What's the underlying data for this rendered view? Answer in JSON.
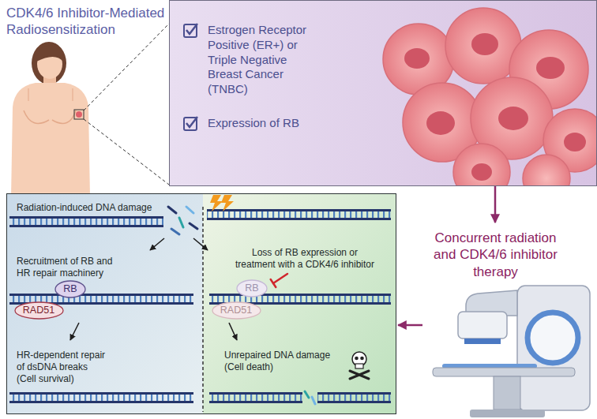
{
  "diagram": {
    "title": "CDK4/6 Inhibitor-Mediated Radiosensitization",
    "nodes": [
      {
        "text": [
          "Estrogen Receptor Positive (ER+) or Triple Negative Breast Cancer (TNBC)",
          "Expression of RB"
        ]
      },
      {
        "text": [
          "Concurrent radiation and CDK4/6 inhibitor therapy"
        ]
      },
      {
        "text": [
          "Radiation-induced DNA damage",
          "Recruitment of RB and HR repair machinery",
          "Loss of RB expression or treatment with a CDK4/6 inhibitor",
          "HR-dependent repair of dsDNA breaks (Cell survival)",
          "Unrepaired DNA damage (Cell death)"
        ]
      },
      {
        "text": [
          "RB"
        ],
        "in": 2
      },
      {
        "text": [
          "RAD51"
        ],
        "in": 2
      },
      {
        "text": [
          "RB"
        ],
        "in": 2
      },
      {
        "text": [
          "RAD51"
        ],
        "in": 2
      }
    ],
    "edges": [
      {
        "from": 0,
        "to": 1,
        "arrow": "to"
      },
      {
        "from": 1,
        "to": 2,
        "arrow": "to"
      }
    ]
  }
}
